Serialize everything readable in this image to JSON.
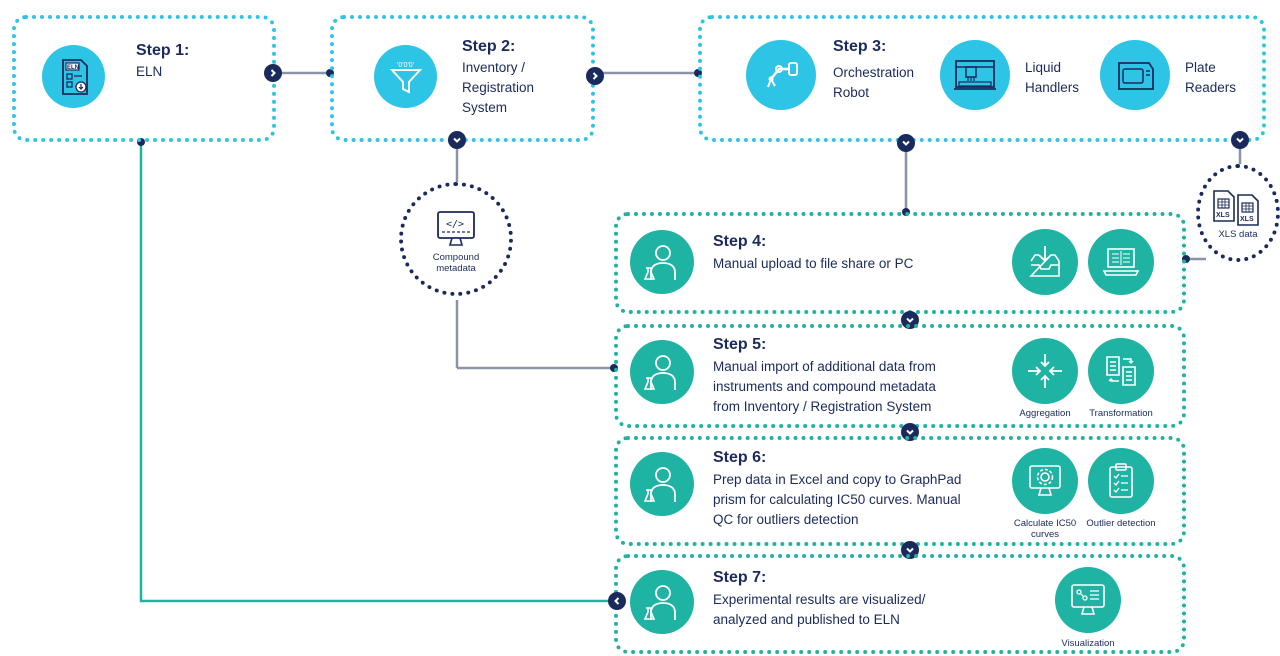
{
  "step1": {
    "title": "Step 1:",
    "lines": [
      "ELN"
    ],
    "icon": "eln-document-icon"
  },
  "step2": {
    "title": "Step 2:",
    "lines": [
      "Inventory /",
      "Registration",
      "System"
    ],
    "icon": "funnel-icon"
  },
  "step3": {
    "title": "Step 3:",
    "items": [
      {
        "lines": [
          "Orchestration",
          "Robot"
        ],
        "icon": "robot-arm-icon"
      },
      {
        "lines": [
          "Liquid",
          "Handlers"
        ],
        "icon": "liquid-handler-icon"
      },
      {
        "lines": [
          "Plate",
          "Readers"
        ],
        "icon": "plate-reader-icon"
      }
    ]
  },
  "compound": {
    "lines": [
      "Compound",
      "metadata"
    ],
    "icon": "code-monitor-icon"
  },
  "xls": {
    "label": "XLS data",
    "file_label": "XLS",
    "icon": "xls-file-icon"
  },
  "step4": {
    "title": "Step 4:",
    "lines": [
      "Manual upload to file share or PC"
    ],
    "icons": [
      "upload-tray-icon",
      "laptop-icon"
    ]
  },
  "step5": {
    "title": "Step 5:",
    "lines": [
      "Manual import of additional data from",
      "instruments and compound metadata",
      "from Inventory / Registration System"
    ],
    "tools": [
      {
        "label": "Aggregation",
        "icon": "aggregation-icon"
      },
      {
        "label": "Transformation",
        "icon": "transformation-icon"
      }
    ]
  },
  "step6": {
    "title": "Step 6:",
    "lines": [
      "Prep data in Excel and copy to GraphPad",
      "prism for calculating IC50 curves. Manual",
      "QC for outliers detection"
    ],
    "tools": [
      {
        "label": "Calculate IC50 curves",
        "icon": "gear-monitor-icon"
      },
      {
        "label": "Outlier detection",
        "icon": "clipboard-icon"
      }
    ]
  },
  "step7": {
    "title": "Step 7:",
    "lines": [
      "Experimental results are visualized/",
      "analyzed and published to ELN"
    ],
    "tools": [
      {
        "label": "Visualization",
        "icon": "visualization-icon"
      }
    ]
  },
  "colors": {
    "navy": "#1b2a5c",
    "blue": "#2ec4e6",
    "green": "#1fb3a3",
    "gray": "#8a94a6"
  }
}
